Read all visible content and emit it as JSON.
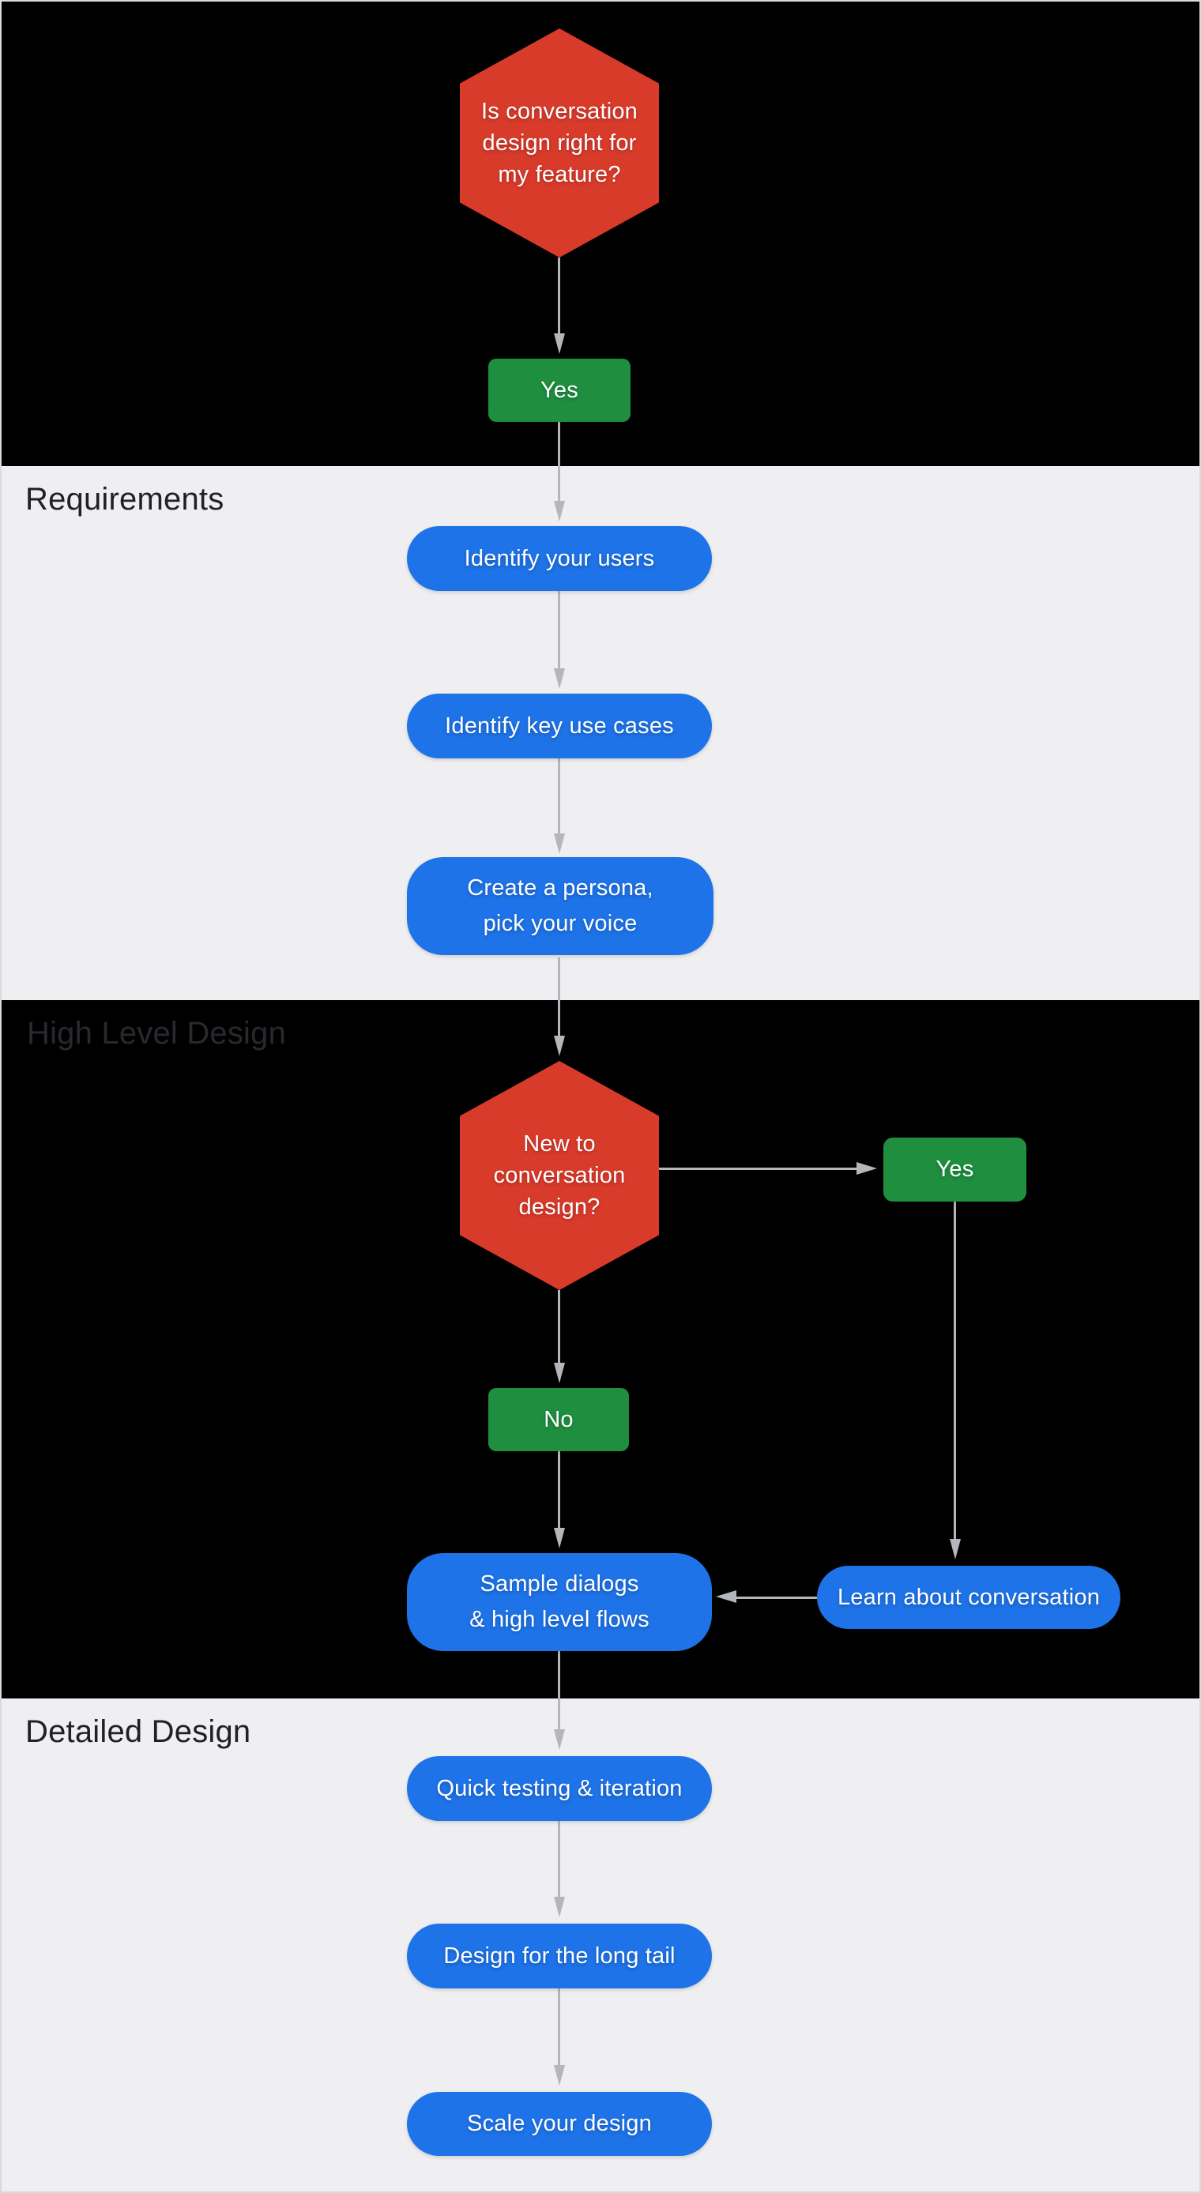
{
  "diagram": {
    "type": "flowchart",
    "sections": {
      "requirements": "Requirements",
      "high_level_design": "High Level Design",
      "detailed_design": "Detailed Design"
    },
    "nodes": {
      "is_conversation_design_right": {
        "type": "decision",
        "lines": [
          "Is conversation",
          "design right for",
          "my feature?"
        ]
      },
      "yes_start": {
        "type": "answer",
        "label": "Yes"
      },
      "identify_your_users": {
        "type": "step",
        "label": "Identify your users"
      },
      "identify_key_use_cases": {
        "type": "step",
        "label": "Identify key use cases"
      },
      "create_a_persona": {
        "type": "step",
        "lines": [
          "Create a persona,",
          "pick your voice"
        ]
      },
      "new_to_conversation_design": {
        "type": "decision",
        "lines": [
          "New to",
          "conversation",
          "design?"
        ]
      },
      "yes_new": {
        "type": "answer",
        "label": "Yes"
      },
      "no_new": {
        "type": "answer",
        "label": "No"
      },
      "sample_dialogs": {
        "type": "step",
        "lines": [
          "Sample dialogs",
          "& high level flows"
        ]
      },
      "learn_about_conversation": {
        "type": "step",
        "label": "Learn about conversation"
      },
      "quick_testing_iteration": {
        "type": "step",
        "label": "Quick testing & iteration"
      },
      "design_for_long_tail": {
        "type": "step",
        "label": "Design for the long tail"
      },
      "scale_your_design": {
        "type": "step",
        "label": "Scale your design"
      }
    },
    "edges": [
      {
        "from": "is_conversation_design_right",
        "to": "yes_start",
        "direction": "down"
      },
      {
        "from": "yes_start",
        "to": "identify_your_users",
        "direction": "down"
      },
      {
        "from": "identify_your_users",
        "to": "identify_key_use_cases",
        "direction": "down"
      },
      {
        "from": "identify_key_use_cases",
        "to": "create_a_persona",
        "direction": "down"
      },
      {
        "from": "create_a_persona",
        "to": "new_to_conversation_design",
        "direction": "down"
      },
      {
        "from": "new_to_conversation_design",
        "to": "yes_new",
        "direction": "right"
      },
      {
        "from": "new_to_conversation_design",
        "to": "no_new",
        "direction": "down"
      },
      {
        "from": "yes_new",
        "to": "learn_about_conversation",
        "direction": "down"
      },
      {
        "from": "no_new",
        "to": "sample_dialogs",
        "direction": "down"
      },
      {
        "from": "learn_about_conversation",
        "to": "sample_dialogs",
        "direction": "left"
      },
      {
        "from": "sample_dialogs",
        "to": "quick_testing_iteration",
        "direction": "down"
      },
      {
        "from": "quick_testing_iteration",
        "to": "design_for_long_tail",
        "direction": "down"
      },
      {
        "from": "design_for_long_tail",
        "to": "scale_your_design",
        "direction": "down"
      }
    ],
    "colors": {
      "decision_red": "#d93b2b",
      "action_green": "#1f8e3f",
      "step_blue": "#1e73e8",
      "arrow_gray": "#b3b6ba",
      "section_dark": "#000000",
      "section_light": "#efeff1",
      "label_dark": "#202124",
      "label_on_dark": "#27292e",
      "node_text": "#ffffff",
      "border": "#d8dadd"
    }
  }
}
